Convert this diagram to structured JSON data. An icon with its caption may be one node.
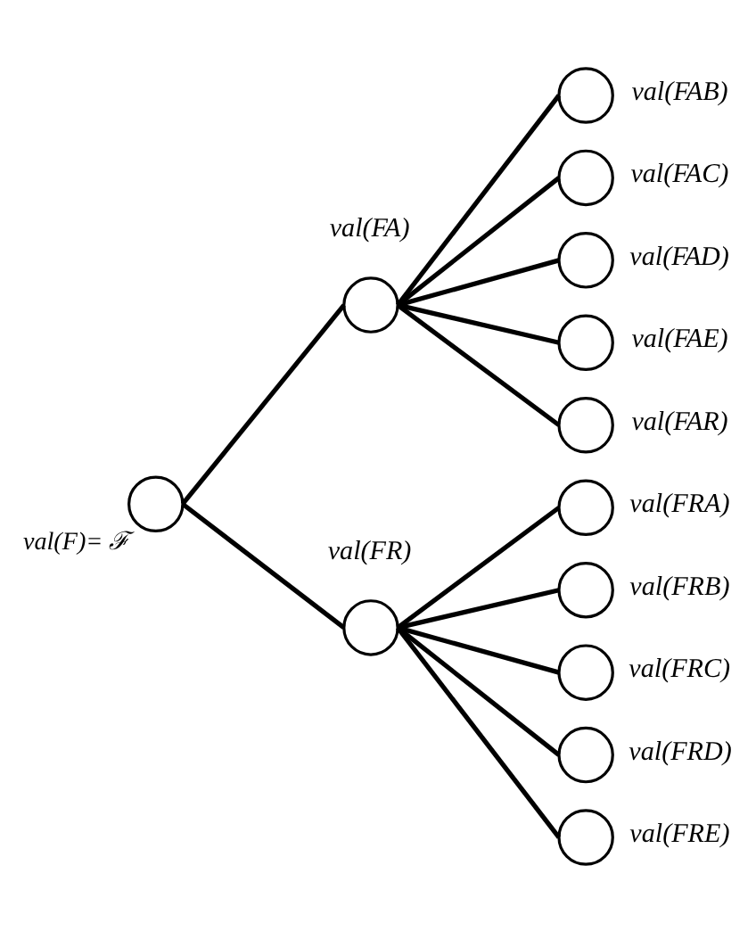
{
  "diagram": {
    "nodes": [
      {
        "text": [],
        "shape": "circle",
        "beside": [
          "val(F)= ℱ"
        ]
      },
      {
        "text": [],
        "shape": "circle",
        "beside": [
          "val(FA)"
        ]
      },
      {
        "text": [],
        "shape": "circle",
        "beside": [
          "val(FAB)"
        ]
      },
      {
        "text": [],
        "shape": "circle",
        "beside": [
          "val(FAC)"
        ]
      },
      {
        "text": [],
        "shape": "circle",
        "beside": [
          "val(FAD)"
        ]
      },
      {
        "text": [],
        "shape": "circle",
        "beside": [
          "val(FAE)"
        ]
      },
      {
        "text": [],
        "shape": "circle",
        "beside": [
          "val(FAR)"
        ]
      },
      {
        "text": [],
        "shape": "circle",
        "beside": [
          "val(FR)"
        ]
      },
      {
        "text": [],
        "shape": "circle",
        "beside": [
          "val(FRA)"
        ]
      },
      {
        "text": [],
        "shape": "circle",
        "beside": [
          "val(FRB)"
        ]
      },
      {
        "text": [],
        "shape": "circle",
        "beside": [
          "val(FRC)"
        ]
      },
      {
        "text": [],
        "shape": "circle",
        "beside": [
          "val(FRD)"
        ]
      },
      {
        "text": [],
        "shape": "circle",
        "beside": [
          "val(FRE)"
        ]
      }
    ],
    "edges": [
      {
        "from": 0,
        "to": 1,
        "arrow": "none"
      },
      {
        "from": 0,
        "to": 7,
        "arrow": "none"
      },
      {
        "from": 1,
        "to": 2,
        "arrow": "none"
      },
      {
        "from": 1,
        "to": 3,
        "arrow": "none"
      },
      {
        "from": 1,
        "to": 4,
        "arrow": "none"
      },
      {
        "from": 1,
        "to": 5,
        "arrow": "none"
      },
      {
        "from": 1,
        "to": 6,
        "arrow": "none"
      },
      {
        "from": 7,
        "to": 8,
        "arrow": "none"
      },
      {
        "from": 7,
        "to": 9,
        "arrow": "none"
      },
      {
        "from": 7,
        "to": 10,
        "arrow": "none"
      },
      {
        "from": 7,
        "to": 11,
        "arrow": "none"
      },
      {
        "from": 7,
        "to": 12,
        "arrow": "none"
      }
    ]
  }
}
